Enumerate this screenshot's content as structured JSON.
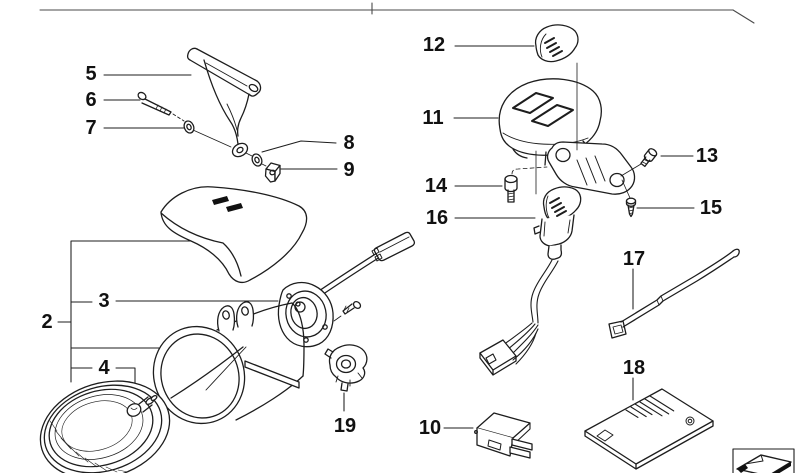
{
  "diagram": {
    "background": "#ffffff",
    "ink": "#1d1d1d"
  },
  "callouts": {
    "c2": {
      "label": "2"
    },
    "c3": {
      "label": "3"
    },
    "c4": {
      "label": "4"
    },
    "c5": {
      "label": "5"
    },
    "c6": {
      "label": "6"
    },
    "c7": {
      "label": "7"
    },
    "c8": {
      "label": "8"
    },
    "c9": {
      "label": "9"
    },
    "c10": {
      "label": "10"
    },
    "c11": {
      "label": "11"
    },
    "c12": {
      "label": "12"
    },
    "c13": {
      "label": "13"
    },
    "c14": {
      "label": "14"
    },
    "c15": {
      "label": "15"
    },
    "c16": {
      "label": "16"
    },
    "c17": {
      "label": "17"
    },
    "c18": {
      "label": "18"
    },
    "c19": {
      "label": "19"
    }
  },
  "icons": {
    "corner_arrow": "fold-arrow-icon"
  }
}
